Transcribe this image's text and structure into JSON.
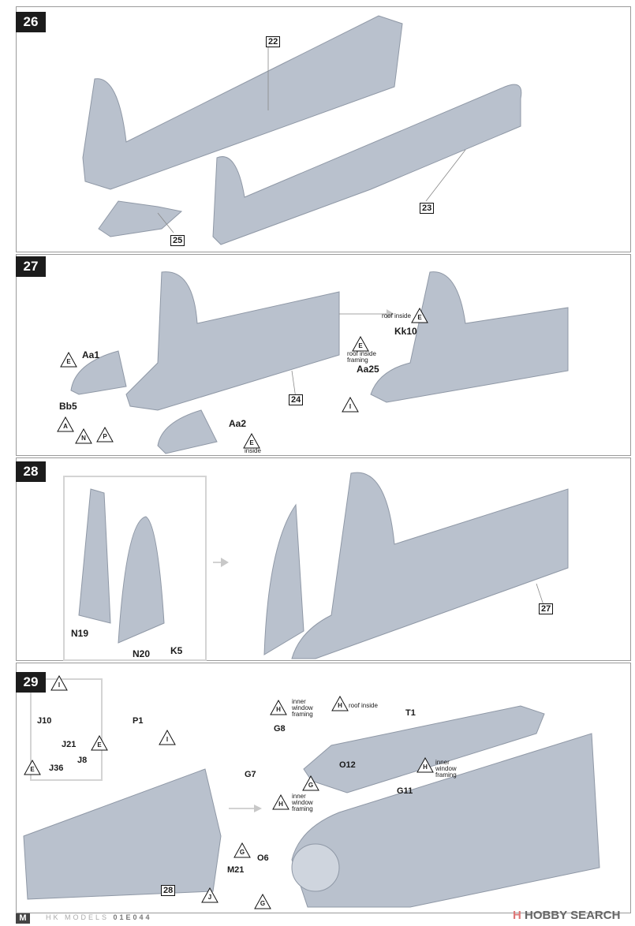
{
  "steps": [
    {
      "number": "26",
      "refs": [
        "22",
        "23",
        "25"
      ]
    },
    {
      "number": "27",
      "parts": [
        "Aa1",
        "Bb5",
        "Aa2",
        "Kk10",
        "Aa25"
      ],
      "refs": [
        "24"
      ],
      "notes": {
        "inside": "inside",
        "roof_inside": "roof inside",
        "roof_inside_framing": "roof inside\nframing"
      },
      "paints": [
        "E",
        "A",
        "N",
        "P",
        "E",
        "E",
        "E",
        "I"
      ]
    },
    {
      "number": "28",
      "parts": [
        "N19",
        "N20",
        "K5"
      ],
      "refs": [
        "27"
      ]
    },
    {
      "number": "29",
      "parts": [
        "J10",
        "J21",
        "J36",
        "J8",
        "P1",
        "G8",
        "T1",
        "G7",
        "O12",
        "G11",
        "O6",
        "M21"
      ],
      "refs": [
        "28"
      ],
      "notes": {
        "inner_window_framing": "inner window framing",
        "roof_inside": "roof inside"
      },
      "paints": [
        "I",
        "E",
        "E",
        "I",
        "H",
        "H",
        "G",
        "H",
        "H",
        "G",
        "J",
        "G"
      ]
    }
  ],
  "footer": {
    "brand": "HK MODELS",
    "code": "01E044",
    "logo": "M"
  },
  "watermark": {
    "icon": "H",
    "text": "HOBBY SEARCH"
  },
  "colors": {
    "model": "#b9c1cd",
    "step_box": "#1c1c1c"
  }
}
